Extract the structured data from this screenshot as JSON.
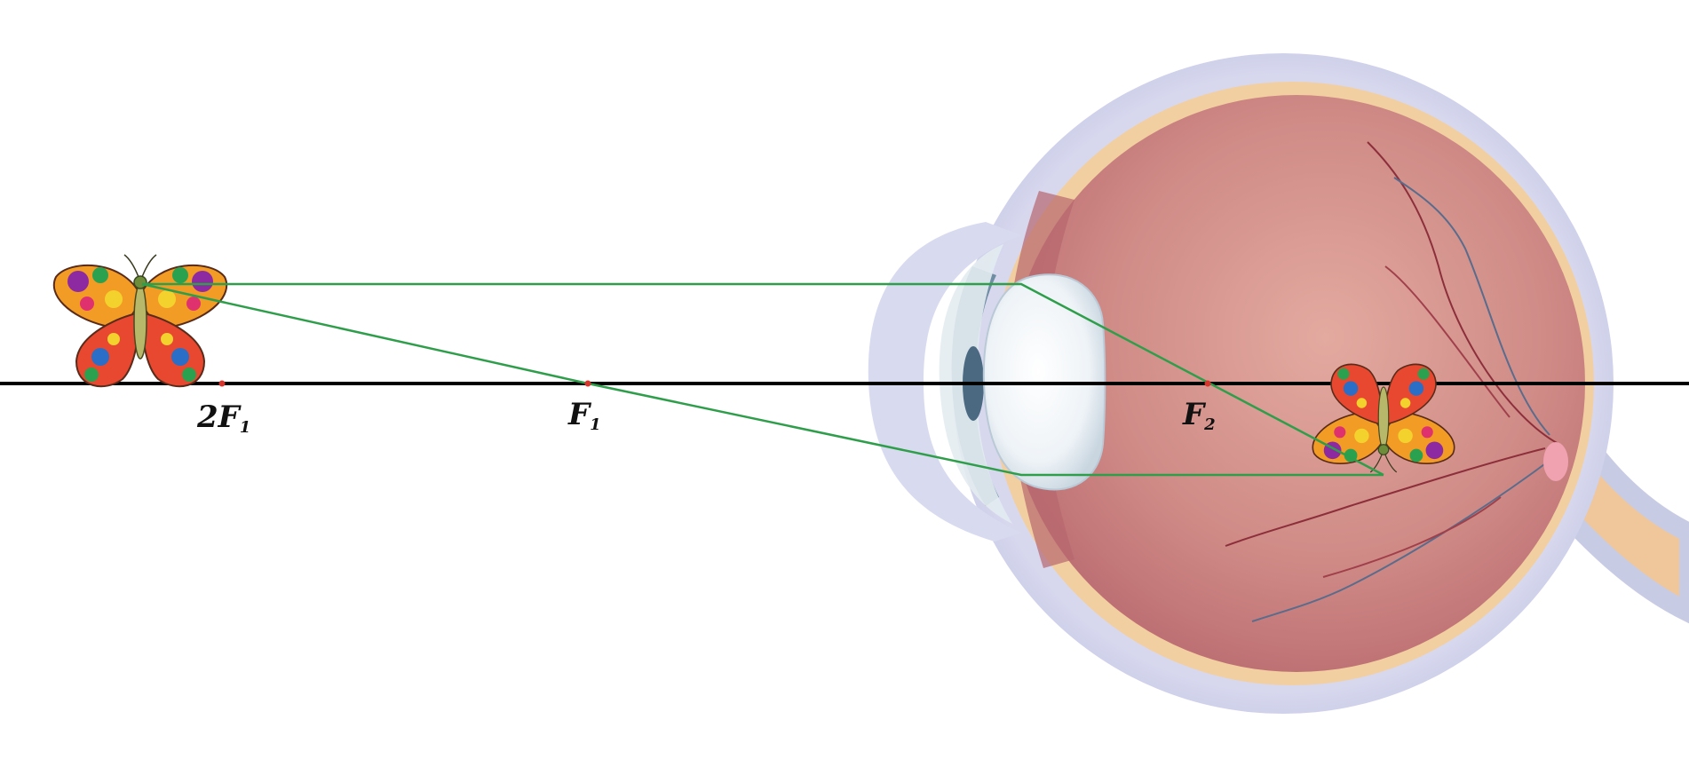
{
  "labels": {
    "twoF1": {
      "main": "2F",
      "sub": "1"
    },
    "F1": {
      "main": "F",
      "sub": "1"
    },
    "F2": {
      "main": "F",
      "sub": "2"
    }
  },
  "colors": {
    "ray": "#2e9e4a",
    "axis": "#000000",
    "focal_point": "#d9342b",
    "sclera": "#c9cbe6",
    "retina": "#c27478",
    "choroid": "#f2cfa1",
    "lens": "#f3f7fa",
    "nerve": "#efc79a"
  },
  "icons": {
    "object": "butterfly-object-icon",
    "image": "butterfly-image-inverted-icon",
    "eye": "eye-cross-section-icon"
  }
}
